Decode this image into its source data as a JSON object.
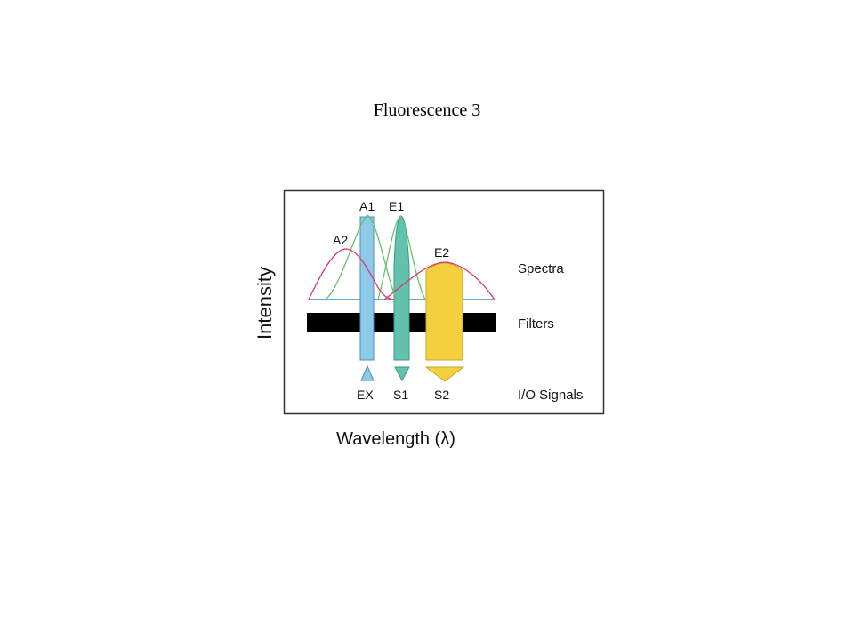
{
  "slide": {
    "title": "Fluorescence 3"
  },
  "diagram": {
    "axes": {
      "y_label": "Intensity",
      "x_label": "Wavelength (λ)"
    },
    "curve_labels": {
      "a1": "A1",
      "e1": "E1",
      "a2": "A2",
      "e2": "E2"
    },
    "row_labels": {
      "spectra": "Spectra",
      "filters": "Filters",
      "io_signals": "I/O Signals"
    },
    "signal_labels": {
      "ex": "EX",
      "s1": "S1",
      "s2": "S2"
    },
    "colors": {
      "absorption_emission_1": "#66c266",
      "absorption_emission_2": "#e0336e",
      "excitation_band": "#8ec9ea",
      "s1_band": "#63c2ae",
      "s2_band": "#f4d03f",
      "baseline": "#3a8fc4",
      "filter_bar": "#000000"
    }
  }
}
